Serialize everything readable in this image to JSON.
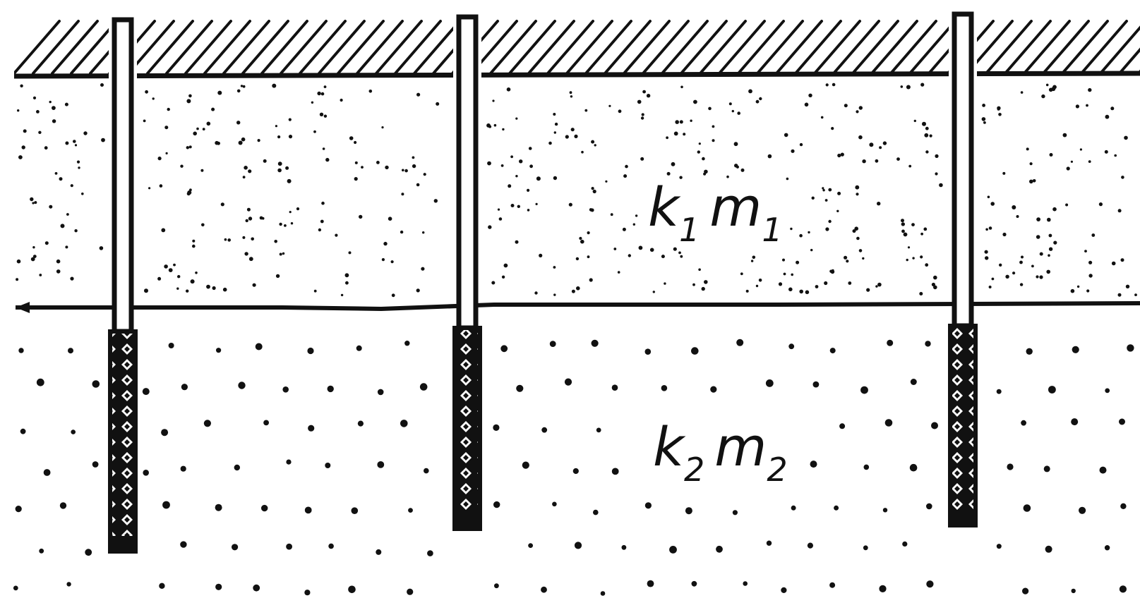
{
  "layers": {
    "upper": {
      "k_symbol": "k",
      "k_index": "1",
      "m_symbol": "m",
      "m_index": "1"
    },
    "lower": {
      "k_symbol": "k",
      "k_index": "2",
      "m_symbol": "m",
      "m_index": "2"
    }
  },
  "wells": {
    "count": 3
  },
  "colors": {
    "ink": "#111111",
    "background": "#ffffff"
  }
}
